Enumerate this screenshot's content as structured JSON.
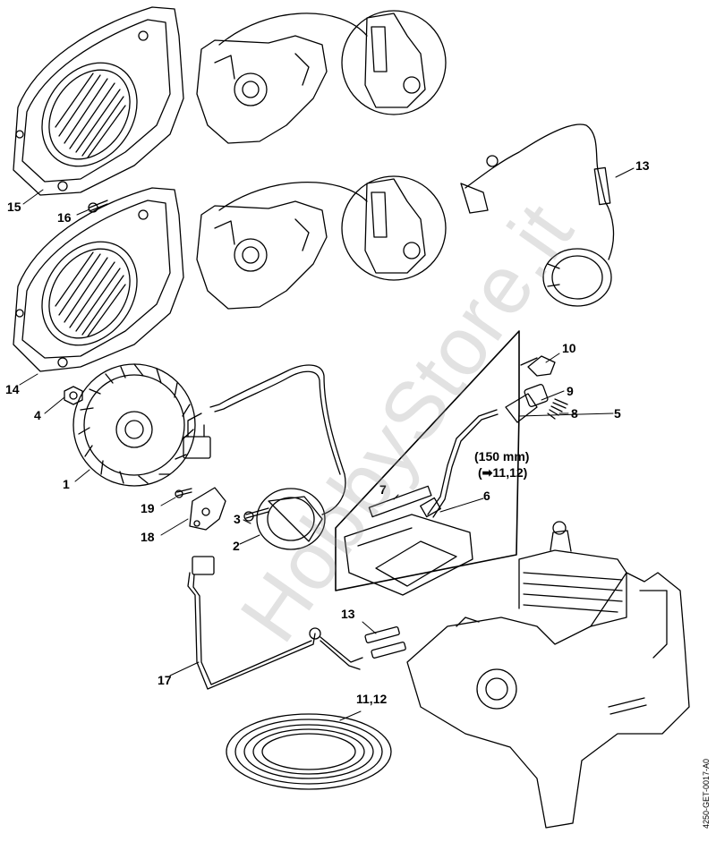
{
  "watermark": "HobbyStore.it",
  "document_id": "4250-GET-0017-A0",
  "labels": {
    "l1": "1",
    "l2": "2",
    "l3": "3",
    "l4": "4",
    "l5": "5",
    "l6": "6",
    "l7": "7",
    "l8": "8",
    "l9": "9",
    "l10": "10",
    "l13a": "13",
    "l13b": "13",
    "l14": "14",
    "l15": "15",
    "l16": "16",
    "l17": "17",
    "l18": "18",
    "l19": "19",
    "l1112": "11,12"
  },
  "notes": {
    "hose_length": "(150 mm)",
    "hose_ref": "(➡11,12)"
  },
  "colors": {
    "line": "#000000",
    "watermark": "#9a9a9a"
  }
}
